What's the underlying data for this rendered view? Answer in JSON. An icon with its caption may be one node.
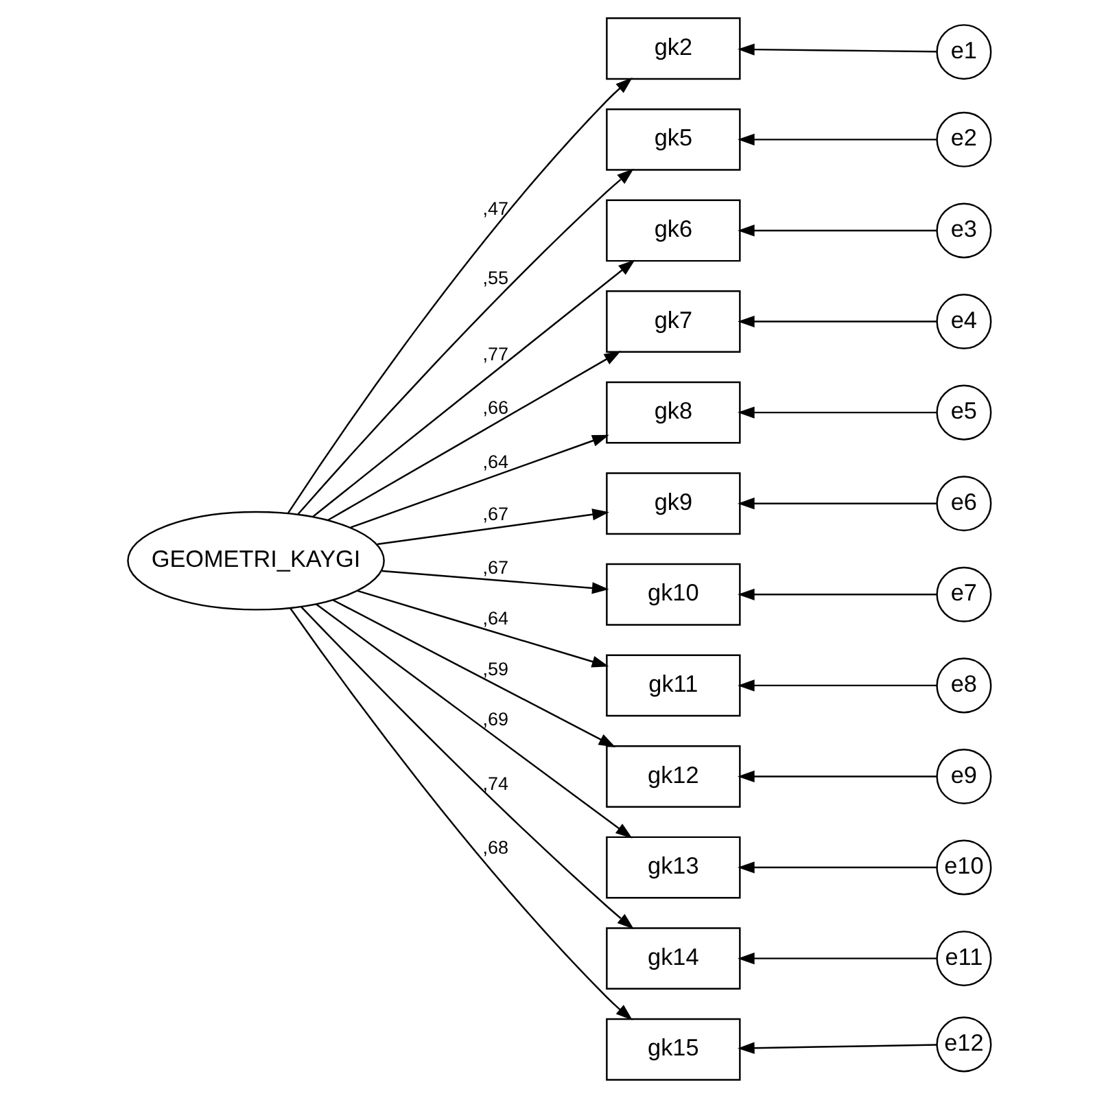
{
  "diagram": {
    "nodes": [
      {
        "text": [
          "GEOMETRI_KAYGI"
        ]
      },
      {
        "text": [
          "gk2"
        ]
      },
      {
        "text": [
          "gk5"
        ]
      },
      {
        "text": [
          "gk6"
        ]
      },
      {
        "text": [
          "gk7"
        ]
      },
      {
        "text": [
          "gk8"
        ]
      },
      {
        "text": [
          "gk9"
        ]
      },
      {
        "text": [
          "gk10"
        ]
      },
      {
        "text": [
          "gk11"
        ]
      },
      {
        "text": [
          "gk12"
        ]
      },
      {
        "text": [
          "gk13"
        ]
      },
      {
        "text": [
          "gk14"
        ]
      },
      {
        "text": [
          "gk15"
        ]
      },
      {
        "text": [
          "e1"
        ]
      },
      {
        "text": [
          "e2"
        ]
      },
      {
        "text": [
          "e3"
        ]
      },
      {
        "text": [
          "e4"
        ]
      },
      {
        "text": [
          "e5"
        ]
      },
      {
        "text": [
          "e6"
        ]
      },
      {
        "text": [
          "e7"
        ]
      },
      {
        "text": [
          "e8"
        ]
      },
      {
        "text": [
          "e9"
        ]
      },
      {
        "text": [
          "e10"
        ]
      },
      {
        "text": [
          "e11"
        ]
      },
      {
        "text": [
          "e12"
        ]
      }
    ],
    "edges": [
      {
        "from": 0,
        "to": 1,
        "arrow": "to",
        "label": ",47"
      },
      {
        "from": 0,
        "to": 2,
        "arrow": "to",
        "label": ",55"
      },
      {
        "from": 0,
        "to": 3,
        "arrow": "to",
        "label": ",77"
      },
      {
        "from": 0,
        "to": 4,
        "arrow": "to",
        "label": ",66"
      },
      {
        "from": 0,
        "to": 5,
        "arrow": "to",
        "label": ",64"
      },
      {
        "from": 0,
        "to": 6,
        "arrow": "to",
        "label": ",67"
      },
      {
        "from": 0,
        "to": 7,
        "arrow": "to",
        "label": ",67"
      },
      {
        "from": 0,
        "to": 8,
        "arrow": "to",
        "label": ",64"
      },
      {
        "from": 0,
        "to": 9,
        "arrow": "to",
        "label": ",59"
      },
      {
        "from": 0,
        "to": 10,
        "arrow": "to",
        "label": ",69"
      },
      {
        "from": 0,
        "to": 11,
        "arrow": "to",
        "label": ",74"
      },
      {
        "from": 0,
        "to": 12,
        "arrow": "to",
        "label": ",68"
      },
      {
        "from": 13,
        "to": 1,
        "arrow": "to"
      },
      {
        "from": 14,
        "to": 2,
        "arrow": "to"
      },
      {
        "from": 15,
        "to": 3,
        "arrow": "to"
      },
      {
        "from": 16,
        "to": 4,
        "arrow": "to"
      },
      {
        "from": 17,
        "to": 5,
        "arrow": "to"
      },
      {
        "from": 18,
        "to": 6,
        "arrow": "to"
      },
      {
        "from": 19,
        "to": 7,
        "arrow": "to"
      },
      {
        "from": 20,
        "to": 8,
        "arrow": "to"
      },
      {
        "from": 21,
        "to": 9,
        "arrow": "to"
      },
      {
        "from": 22,
        "to": 10,
        "arrow": "to"
      },
      {
        "from": 23,
        "to": 11,
        "arrow": "to"
      },
      {
        "from": 24,
        "to": 12,
        "arrow": "to"
      }
    ]
  }
}
